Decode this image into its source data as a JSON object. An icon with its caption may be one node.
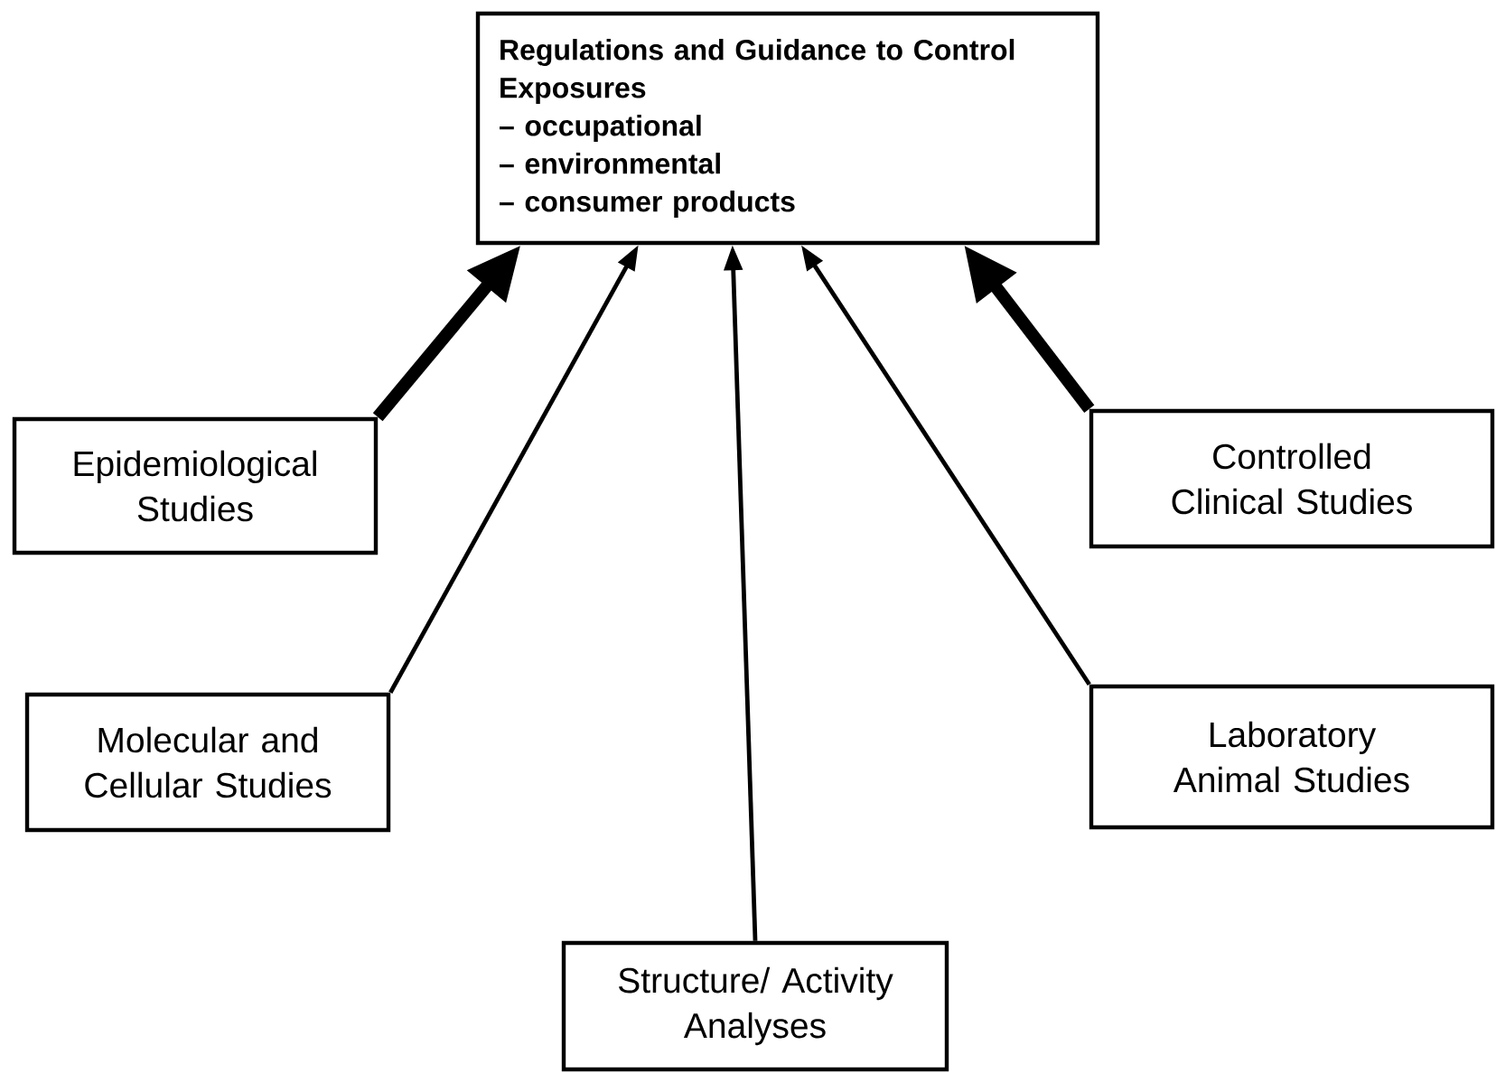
{
  "diagram": {
    "nodes": [
      {
        "text": [
          "Regulations and Guidance to Control Exposures",
          "– occupational",
          "– environmental",
          "– consumer products"
        ]
      },
      {
        "text": [
          "Epidemiological Studies"
        ]
      },
      {
        "text": [
          "Controlled Clinical Studies"
        ]
      },
      {
        "text": [
          "Molecular and Cellular Studies"
        ]
      },
      {
        "text": [
          "Laboratory Animal Studies"
        ]
      },
      {
        "text": [
          "Structure/ Activity Analyses"
        ]
      }
    ],
    "edges": [
      {
        "from": 1,
        "to": 0,
        "arrow": "to",
        "style": "thick"
      },
      {
        "from": 3,
        "to": 0,
        "arrow": "to"
      },
      {
        "from": 5,
        "to": 0,
        "arrow": "to"
      },
      {
        "from": 4,
        "to": 0,
        "arrow": "to"
      },
      {
        "from": 2,
        "to": 0,
        "arrow": "to",
        "style": "thick"
      }
    ]
  }
}
